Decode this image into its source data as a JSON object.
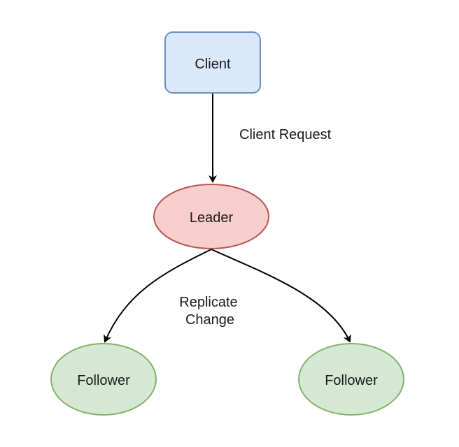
{
  "nodes": {
    "client": {
      "label": "Client",
      "fill": "#dae8fc",
      "stroke": "#6c8ebf"
    },
    "leader": {
      "label": "Leader",
      "fill": "#f8cecc",
      "stroke": "#b85450"
    },
    "follower_left": {
      "label": "Follower",
      "fill": "#d5e8d4",
      "stroke": "#82b366"
    },
    "follower_right": {
      "label": "Follower",
      "fill": "#d5e8d4",
      "stroke": "#82b366"
    }
  },
  "edges": {
    "client_request": {
      "label": "Client Request"
    },
    "replicate_change": {
      "label_line1": "Replicate",
      "label_line2": "Change"
    }
  },
  "colors": {
    "edge_stroke": "#000000",
    "text": "#1a1a1a"
  }
}
